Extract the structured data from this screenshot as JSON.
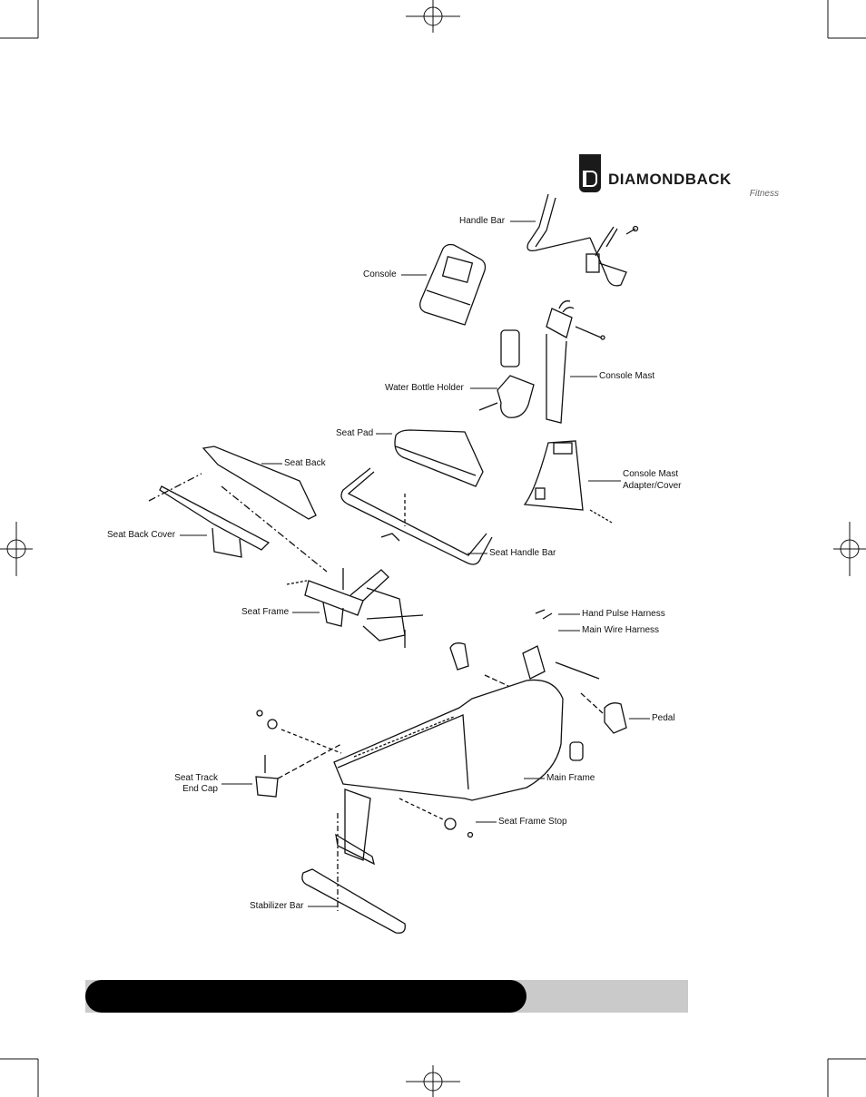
{
  "brand": {
    "name": "DIAMONDBACK",
    "tagline": "Fitness"
  },
  "parts": {
    "handle_bar": "Handle Bar",
    "console": "Console",
    "water_bottle_holder": "Water Bottle Holder",
    "console_mast": "Console Mast",
    "seat_pad": "Seat Pad",
    "seat_back": "Seat Back",
    "console_mast_adapter_1": "Console Mast",
    "console_mast_adapter_2": "Adapter/Cover",
    "seat_back_cover": "Seat Back Cover",
    "seat_handle_bar": "Seat Handle Bar",
    "seat_frame": "Seat Frame",
    "hand_pulse_harness": "Hand Pulse Harness",
    "main_wire_harness": "Main Wire Harness",
    "pedal": "Pedal",
    "main_frame": "Main Frame",
    "seat_track_end_cap_1": "Seat Track",
    "seat_track_end_cap_2": "End Cap",
    "seat_frame_stop": "Seat Frame Stop",
    "stabilizer_bar": "Stabilizer Bar"
  }
}
